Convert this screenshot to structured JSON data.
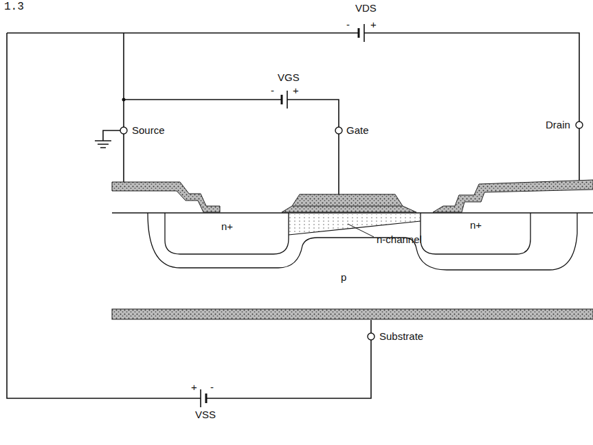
{
  "diagram": {
    "labels": [
      "1.3",
      "VDS",
      "-",
      "+",
      "VGS",
      "-",
      "+",
      "Source",
      "Gate",
      "Drain",
      "n+",
      "n+",
      "p",
      "n-channel",
      "Substrate",
      "+",
      "-",
      "VSS"
    ]
  }
}
